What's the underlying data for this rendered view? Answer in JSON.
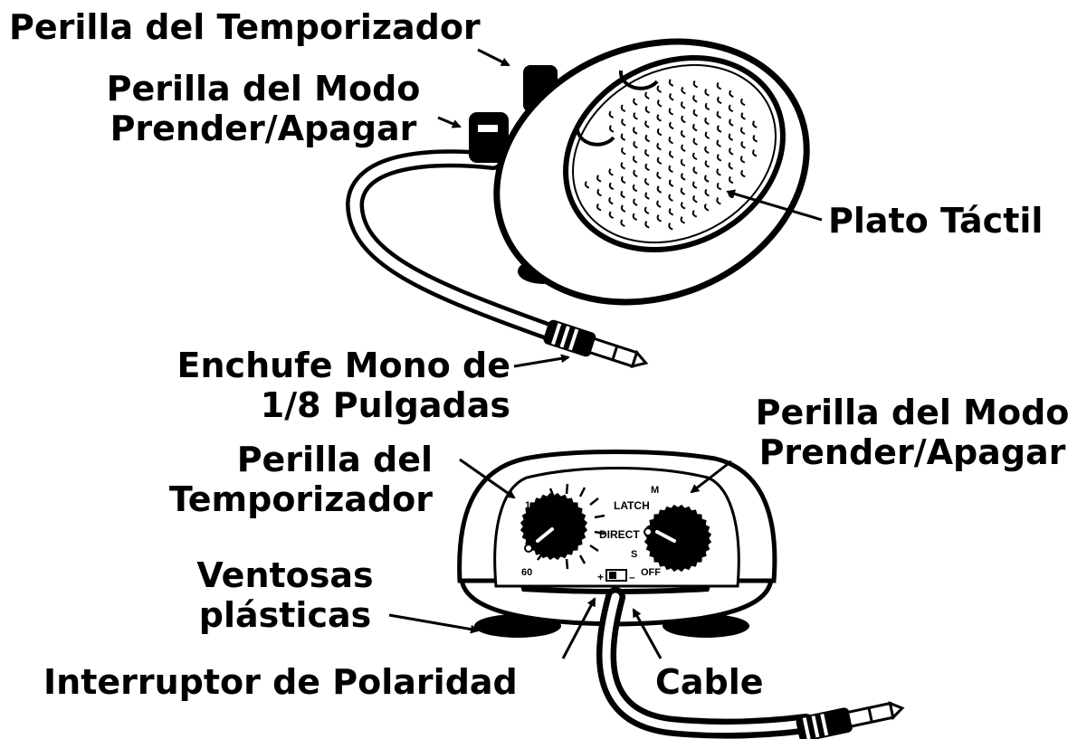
{
  "diagram": {
    "labels": {
      "timer_knob_top": "Perilla del Temporizador",
      "mode_knob_top_line1": "Perilla del Modo",
      "mode_knob_top_line2": "Prender/Apagar",
      "touch_plate": "Plato Táctil",
      "plug_line1": "Enchufe Mono de",
      "plug_line2": "1/8 Pulgadas",
      "mode_knob_bottom_line1": "Perilla del Modo",
      "mode_knob_bottom_line2": "Prender/Apagar",
      "timer_knob_bottom_line1": "Perilla del",
      "timer_knob_bottom_line2": "Temporizador",
      "suction_cups_line1": "Ventosas",
      "suction_cups_line2": "plásticas",
      "polarity_switch": "Interruptor de Polaridad",
      "cable": "Cable"
    },
    "panel_text": {
      "dial_min": "1",
      "dial_max": "60",
      "latch": "LATCH",
      "direct": "DIRECT",
      "m": "M",
      "s": "S",
      "off": "OFF",
      "plus": "+",
      "minus": "–"
    }
  }
}
